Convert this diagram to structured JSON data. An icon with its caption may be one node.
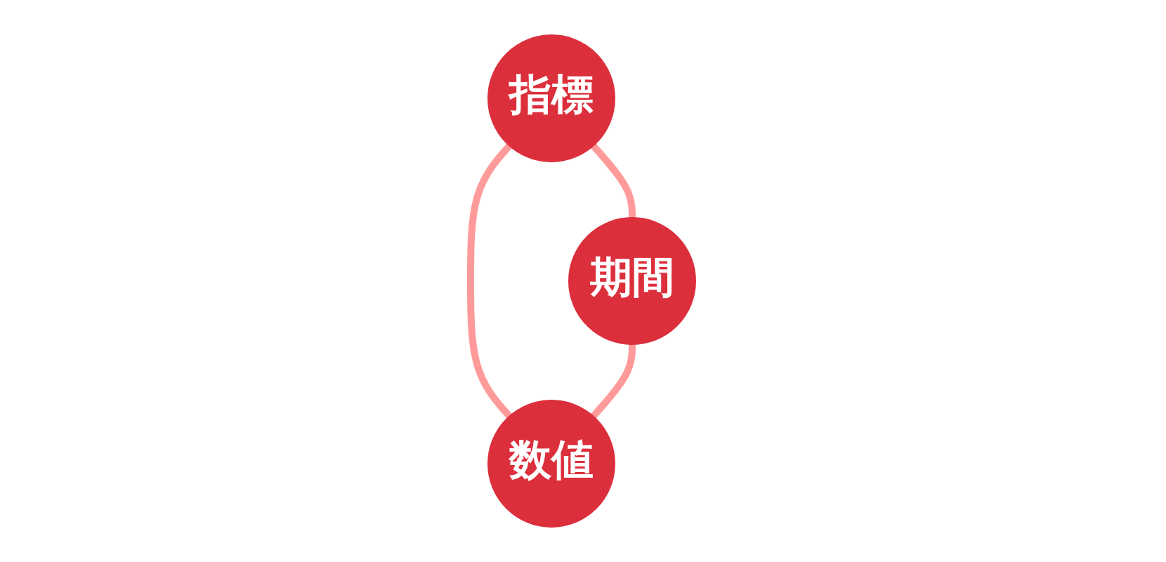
{
  "diagram": {
    "nodes": [
      {
        "text": [
          "指標"
        ]
      },
      {
        "text": [
          "期間"
        ]
      },
      {
        "text": [
          "数値"
        ]
      }
    ],
    "edges": [
      {
        "from": 0,
        "to": 1,
        "arrow": "none"
      },
      {
        "from": 0,
        "to": 2,
        "arrow": "none"
      },
      {
        "from": 1,
        "to": 2,
        "arrow": "none"
      }
    ]
  }
}
